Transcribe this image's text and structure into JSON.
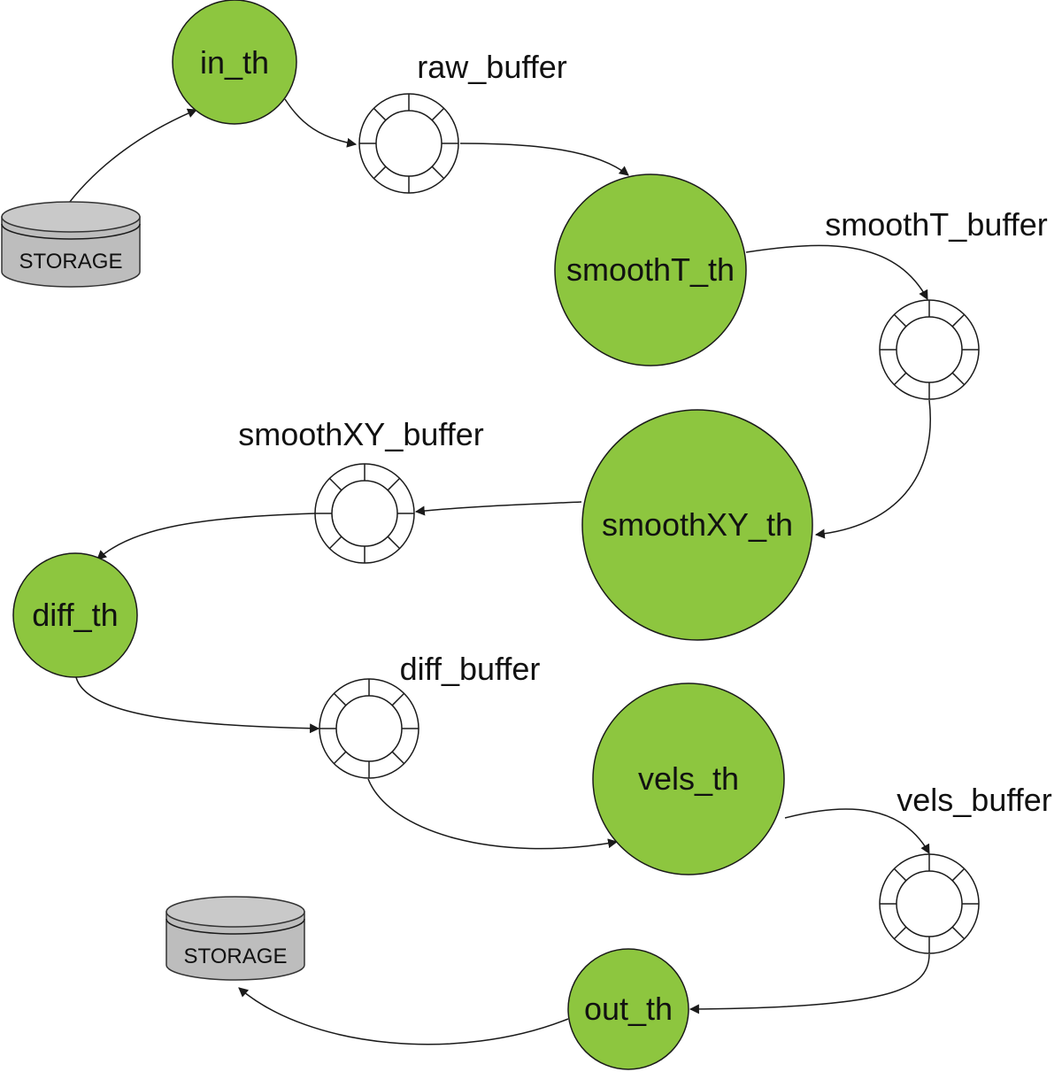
{
  "threads": {
    "in_th": "in_th",
    "smootht_th": "smoothT_th",
    "smoothxy_th": "smoothXY_th",
    "diff_th": "diff_th",
    "vels_th": "vels_th",
    "out_th": "out_th"
  },
  "buffers": {
    "raw_buffer": "raw_buffer",
    "smootht_buffer": "smoothT_buffer",
    "smoothxy_buffer": "smoothXY_buffer",
    "diff_buffer": "diff_buffer",
    "vels_buffer": "vels_buffer"
  },
  "storage": {
    "input": "STORAGE",
    "output": "STORAGE"
  },
  "colors": {
    "thread_fill": "#8dc63f",
    "storage_fill": "#bdbdbd",
    "stroke": "#1a1a1a"
  }
}
